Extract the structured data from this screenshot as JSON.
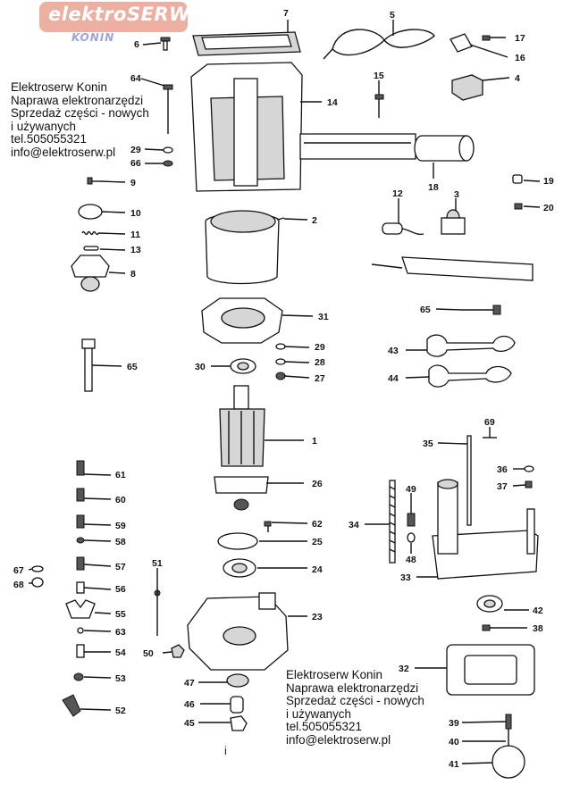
{
  "logo": {
    "main": "elektroSERW",
    "sub": "KONIN"
  },
  "info_block_top": {
    "lines": [
      "Elektroserw Konin",
      "Naprawa elektronarzędzi",
      "Sprzedaż części - nowych",
      "i używanych",
      "tel.505055321",
      "info@elektroserw.pl"
    ]
  },
  "info_block_bottom": {
    "lines": [
      "Elektroserw Konin",
      "Naprawa elektronarzędzi",
      "Sprzedaż części - nowych",
      "i używanych",
      "tel.505055321",
      "info@elektroserw.pl"
    ]
  },
  "stray_mark": "i",
  "callouts": [
    "7",
    "5",
    "6",
    "17",
    "16",
    "4",
    "64",
    "15",
    "14",
    "29",
    "66",
    "9",
    "18",
    "19",
    "10",
    "12",
    "3",
    "20",
    "2",
    "11",
    "13",
    "8",
    "65",
    "31",
    "29",
    "43",
    "30",
    "28",
    "44",
    "27",
    "65",
    "1",
    "69",
    "35",
    "26",
    "61",
    "36",
    "37",
    "60",
    "49",
    "59",
    "62",
    "34",
    "58",
    "25",
    "48",
    "57",
    "24",
    "33",
    "67",
    "68",
    "56",
    "51",
    "55",
    "23",
    "42",
    "63",
    "54",
    "50",
    "38",
    "53",
    "32",
    "47",
    "46",
    "52",
    "45",
    "39",
    "40",
    "41"
  ]
}
